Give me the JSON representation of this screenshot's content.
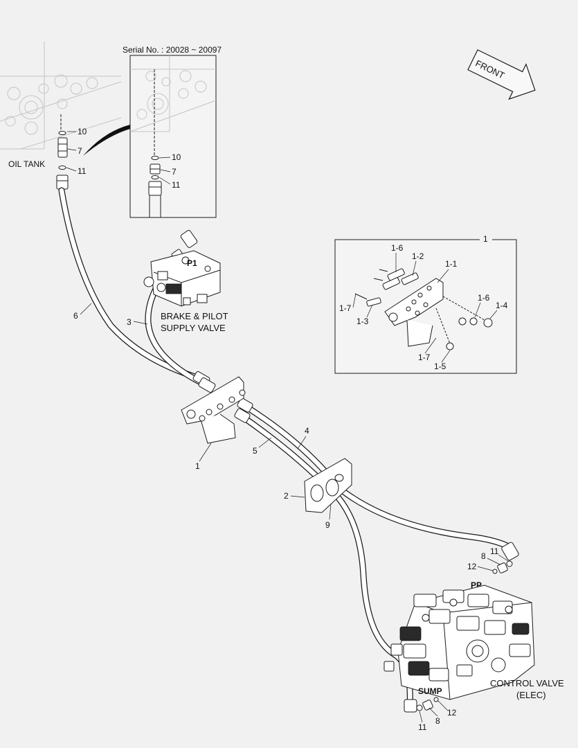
{
  "serial_label": "Serial No. : 20028 ~ 20097",
  "front_label": "FRONT",
  "oil_tank_label": "OIL TANK",
  "brake_label_line1": "BRAKE & PILOT",
  "brake_label_line2": "SUPPLY VALVE",
  "control_label_line1": "CONTROL VALVE",
  "control_label_line2": "(ELEC)",
  "port_p1": "P1",
  "port_pp": "PP",
  "port_sump": "SUMP",
  "callouts": {
    "tank_10": "10",
    "tank_7": "7",
    "tank_11": "11",
    "inset_10": "10",
    "inset_7": "7",
    "inset_11": "11",
    "hose_6": "6",
    "hose_3": "3",
    "bracket_1": "1",
    "hose_5": "5",
    "hose_4": "4",
    "plate_2": "2",
    "grommet_9": "9",
    "pp_12": "12",
    "pp_8": "8",
    "pp_11": "11",
    "sump_11": "11",
    "sump_8": "8",
    "sump_12": "12"
  },
  "detail": {
    "title": "1",
    "c1_6a": "1-6",
    "c1_2": "1-2",
    "c1_1": "1-1",
    "c1_7a": "1-7",
    "c1_3": "1-3",
    "c1_6b": "1-6",
    "c1_4": "1-4",
    "c1_7b": "1-7",
    "c1_5": "1-5"
  },
  "colors": {
    "background": "#f1f1f1",
    "ink": "#1a1a1a",
    "ghost": "#c4c4c4"
  }
}
